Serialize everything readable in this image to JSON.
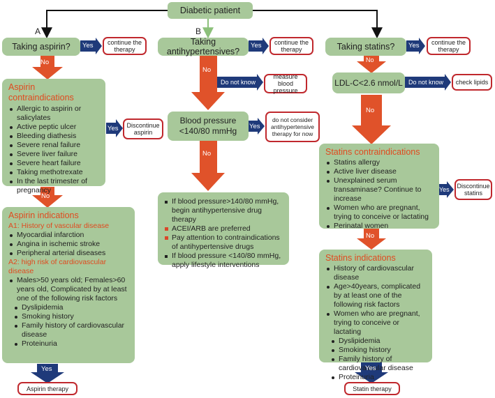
{
  "top": {
    "root": "Diabetic patient",
    "label_a": "A",
    "label_b": "B"
  },
  "aspirin": {
    "question": "Taking aspirin?",
    "yes": "Yes",
    "continue": "continue the therapy",
    "no1": "No",
    "contra_title": "Aspirin contraindications",
    "contra_items": [
      "Allergic to aspirin or salicylates",
      "Active peptic ulcer",
      "Bleeding diathesis",
      "Severe renal failure",
      "Severe liver failure",
      "Severe heart failure",
      "Taking methotrexate",
      "In the last trimester of pregnancy"
    ],
    "yes2": "Yes",
    "discontinue": "Discontinue aspirin",
    "no2": "No",
    "ind_title": "Aspirin indications",
    "a1": "A1: History of vascular disease",
    "a1_items": [
      "Myocardial infarction",
      "Angina in ischemic stroke",
      "Peripheral arterial diseases"
    ],
    "a2": "A2: high risk of cardiovascular disease",
    "a2_main": "Males>50 years old; Females>60 years old, Complicated by at least one of the following risk factors",
    "a2_sub": [
      "Dyslipidemia",
      "Smoking history",
      "Family history of cardiovascular disease",
      "Proteinuria"
    ],
    "yes3": "Yes",
    "therapy": "Aspirin therapy"
  },
  "bp": {
    "question": "Taking antihypertensives?",
    "yes": "Yes",
    "continue": "continue the therapy",
    "no": "No",
    "dont_know": "Do not know",
    "measure": "measure blood pressure",
    "bp_box": "Blood pressure <140/80 mmHg",
    "yes2": "Yes",
    "no_consider": "do not consider antihypertensive therapy for now",
    "no2": "No",
    "items": [
      "If blood pressure>140/80 mmHg, begin antihypertensive drug therapy",
      "ACEI/ARB are preferred",
      "Pay attention to contraindications of antihypertensive drugs",
      "If blood pressure <140/80 mmHg, apply lifestyle interventions"
    ]
  },
  "statin": {
    "question": "Taking statins?",
    "yes": "Yes",
    "continue": "continue the therapy",
    "no1": "No",
    "ldl": "LDL-C<2.6 nmol/L",
    "dont_know": "Do not know",
    "check": "check lipids",
    "no2": "No",
    "contra_title": "Statins contraindications",
    "contra_items": [
      "Statins allergy",
      "Active liver disease",
      "Unexplained serum transaminase? Continue to increase",
      "Women who are pregnant, trying to conceive or lactating",
      "Perinatal women"
    ],
    "yes2": "Yes",
    "discontinue": "Discontinue statins",
    "no3": "No",
    "ind_title": "Statins indications",
    "ind_items": [
      "History of cardiovascular disease",
      "Age>40years, complicated by at least one of the following risk factors",
      "Women who are pregnant, trying to conceive or lactating"
    ],
    "ind_sub": [
      "Dyslipidemia",
      "Smoking history",
      "Family history of cardiovascular disease",
      "Proteinuria"
    ],
    "yes3": "Yes",
    "therapy": "Statin therapy"
  },
  "colors": {
    "box_green": "#a8c89a",
    "arrow_orange": "#e0522a",
    "arrow_blue": "#1f3a7a",
    "outline_red": "#c0282d",
    "title_red": "#e04a1f"
  }
}
